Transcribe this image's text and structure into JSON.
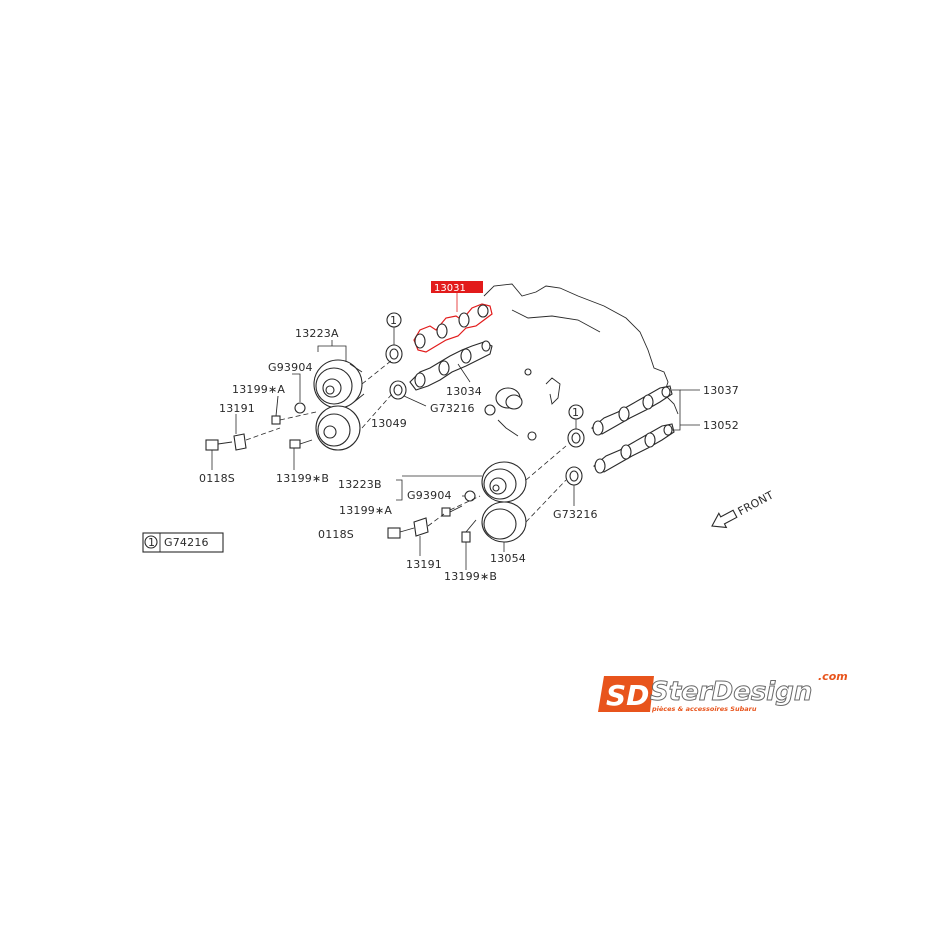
{
  "highlight": {
    "part_number": "13031",
    "color": "#e21b1b"
  },
  "labels": {
    "p13037": "13037",
    "p13052": "13052",
    "p13223A": "13223A",
    "pG93904a": "G93904",
    "p13199A_1": "13199∗A",
    "p13191_1": "13191",
    "p0118S_1": "0118S",
    "p13199B_1": "13199∗B",
    "p13049": "13049",
    "pG73216a": "G73216",
    "p13034": "13034",
    "p13223B": "13223B",
    "pG93904b": "G93904",
    "p13199A_2": "13199∗A",
    "p0118S_2": "0118S",
    "p13191_2": "13191",
    "p13054": "13054",
    "p13199B_2": "13199∗B",
    "pG73216b": "G73216",
    "front": "FRONT"
  },
  "callout": {
    "number": "1",
    "part": "G74216"
  },
  "logo": {
    "mark": "SD",
    "brand": "SterDesign",
    "domain": ".com",
    "tagline": "pièces & accessoires Subaru",
    "mark_color": "#e8541c"
  }
}
